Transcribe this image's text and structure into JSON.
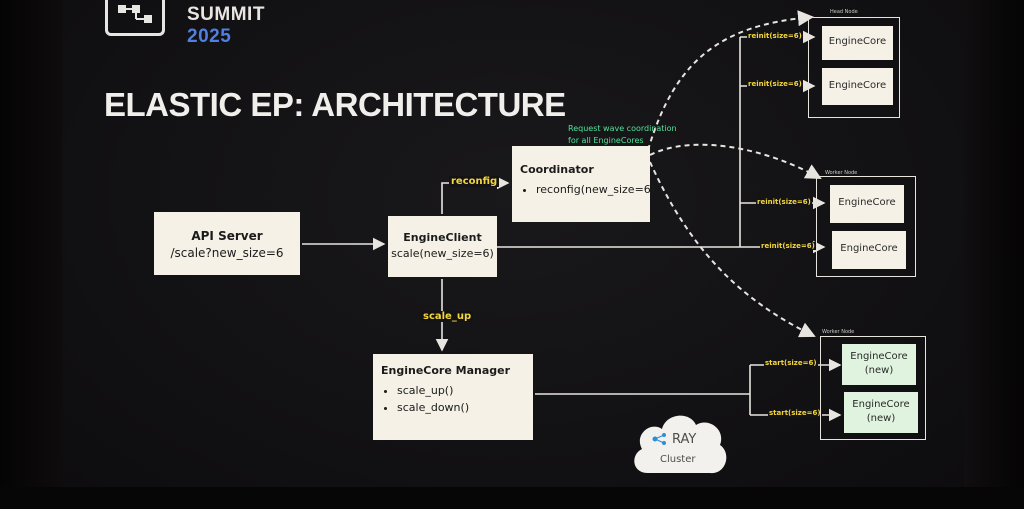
{
  "header": {
    "summit": "SUMMIT",
    "year": "2025"
  },
  "title": "ELASTIC EP: ARCHITECTURE",
  "api_server": {
    "title": "API Server",
    "sub": "/scale?new_size=6"
  },
  "engine_client": {
    "title": "EngineClient",
    "sub": "scale(new_size=6)"
  },
  "coordinator": {
    "title": "Coordinator",
    "item": "reconfig(new_size=6)"
  },
  "manager": {
    "title": "EngineCore Manager",
    "items": [
      "scale_up()",
      "scale_down()"
    ]
  },
  "labels": {
    "reconfig": "reconfig",
    "scale_up": "scale_up",
    "reinit": "reinit(size=6)",
    "start": "start(size=6)"
  },
  "note": {
    "line1": "Request wave coordination",
    "line2": "for all EngineCores"
  },
  "nodes": [
    {
      "name": "Head Node",
      "cores": [
        "EngineCore",
        "EngineCore"
      ]
    },
    {
      "name": "Worker Node",
      "cores": [
        "EngineCore",
        "EngineCore"
      ]
    },
    {
      "name": "Worker Node",
      "cores": [
        "EngineCore\n(new)",
        "EngineCore\n(new)"
      ]
    }
  ],
  "ray": {
    "name": "RAY",
    "sub": "Cluster"
  },
  "colors": {
    "box": "#f5f1e6",
    "label": "#f3d73b",
    "note": "#4fe39b",
    "new_core": "#dff3df",
    "year": "#4f7fe3"
  }
}
